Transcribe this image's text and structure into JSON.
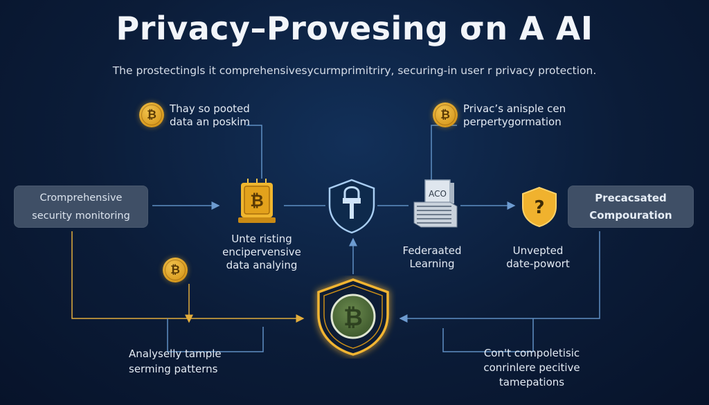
{
  "title": "Privacy–Provesing σn A AI",
  "subtitle": "The prostectingls it comprehensivesycurmprimitriry, securing-in user r privacy protection.",
  "nodes": {
    "left_box": {
      "line1": "Cromprehensive",
      "line2": "security monitoring"
    },
    "right_box": {
      "line1": "Precacsated",
      "line2": "Compouration"
    },
    "top_left_note": {
      "line1": "Thay so pooted",
      "line2": "data an poskim"
    },
    "top_right_note": {
      "line1": "Privac’s anisple cen",
      "line2": "perpertygormation"
    },
    "chip": {
      "line1": "Unte risting",
      "line2": "encipervensive",
      "line3": "data analying"
    },
    "server": {
      "tag": "ACO",
      "line1": "Federaated",
      "line2": "Learning"
    },
    "question": {
      "line1": "Unvepted",
      "line2": "date-powort"
    },
    "bottom_left_note": {
      "line1": "Analyselly tample",
      "line2": "serming patterns"
    },
    "bottom_right_note": {
      "line1": "Con't compoletisic",
      "line2": "conrinlere pecitive",
      "line3": "tamepations"
    }
  },
  "icons": {
    "coin": "bitcoin-coin-icon",
    "chip": "bitcoin-chip-icon",
    "lock": "lock-shield-icon",
    "server": "server-icon",
    "question": "question-shield-icon",
    "central": "bitcoin-shield-icon"
  },
  "colors": {
    "gold": "#e9b13a",
    "wire_blue": "#5f8fc4",
    "box_fill": "#3f4f66",
    "shield_stroke": "#9fc4ec"
  }
}
